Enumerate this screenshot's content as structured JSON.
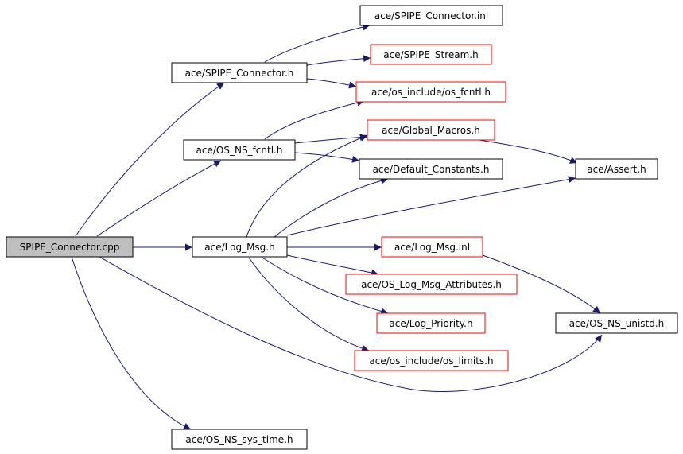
{
  "colors": {
    "edge": "#191970",
    "border_normal": "#000000",
    "border_truncated": "#ff0000",
    "root_fill": "#bfbfbf",
    "node_fill": "#ffffff"
  },
  "nodes": [
    {
      "id": "n0",
      "label": "SPIPE_Connector.cpp",
      "kind": "root"
    },
    {
      "id": "n1",
      "label": "ace/SPIPE_Connector.h",
      "kind": "normal"
    },
    {
      "id": "n2",
      "label": "ace/SPIPE_Connector.inl",
      "kind": "normal"
    },
    {
      "id": "n3",
      "label": "ace/SPIPE_Stream.h",
      "kind": "truncated"
    },
    {
      "id": "n4",
      "label": "ace/os_include/os_fcntl.h",
      "kind": "truncated"
    },
    {
      "id": "n5",
      "label": "ace/OS_NS_fcntl.h",
      "kind": "normal"
    },
    {
      "id": "n6",
      "label": "ace/Global_Macros.h",
      "kind": "truncated"
    },
    {
      "id": "n7",
      "label": "ace/Default_Constants.h",
      "kind": "normal"
    },
    {
      "id": "n8",
      "label": "ace/Assert.h",
      "kind": "normal"
    },
    {
      "id": "n9",
      "label": "ace/Log_Msg.h",
      "kind": "normal"
    },
    {
      "id": "n10",
      "label": "ace/Log_Msg.inl",
      "kind": "truncated"
    },
    {
      "id": "n11",
      "label": "ace/OS_Log_Msg_Attributes.h",
      "kind": "truncated"
    },
    {
      "id": "n12",
      "label": "ace/Log_Priority.h",
      "kind": "truncated"
    },
    {
      "id": "n13",
      "label": "ace/os_include/os_limits.h",
      "kind": "truncated"
    },
    {
      "id": "n14",
      "label": "ace/OS_NS_unistd.h",
      "kind": "normal"
    },
    {
      "id": "n15",
      "label": "ace/OS_NS_sys_time.h",
      "kind": "normal"
    }
  ],
  "edges": [
    {
      "from": "n0",
      "to": "n1"
    },
    {
      "from": "n0",
      "to": "n5"
    },
    {
      "from": "n0",
      "to": "n9"
    },
    {
      "from": "n0",
      "to": "n14"
    },
    {
      "from": "n0",
      "to": "n15"
    },
    {
      "from": "n1",
      "to": "n2"
    },
    {
      "from": "n1",
      "to": "n3"
    },
    {
      "from": "n1",
      "to": "n4"
    },
    {
      "from": "n5",
      "to": "n4"
    },
    {
      "from": "n5",
      "to": "n6"
    },
    {
      "from": "n5",
      "to": "n7"
    },
    {
      "from": "n6",
      "to": "n8"
    },
    {
      "from": "n9",
      "to": "n6"
    },
    {
      "from": "n9",
      "to": "n7"
    },
    {
      "from": "n9",
      "to": "n8"
    },
    {
      "from": "n9",
      "to": "n10"
    },
    {
      "from": "n9",
      "to": "n11"
    },
    {
      "from": "n9",
      "to": "n12"
    },
    {
      "from": "n9",
      "to": "n13"
    },
    {
      "from": "n10",
      "to": "n14"
    }
  ]
}
